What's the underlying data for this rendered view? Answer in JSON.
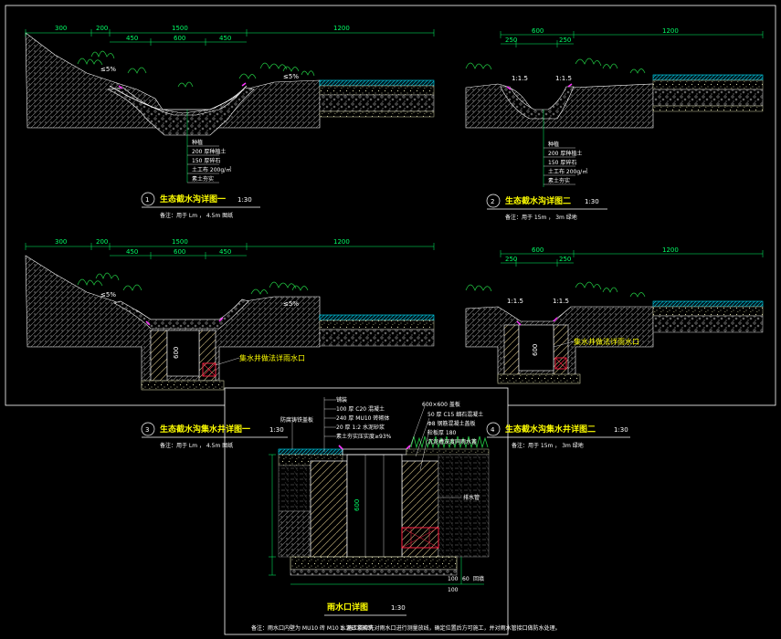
{
  "colors": {
    "background": "#000000",
    "frame": "#ffffff",
    "dimension": "#00ff66",
    "title": "#ffff00",
    "vegetation": "#22cc44",
    "soil": "#9a9a9a",
    "concrete": "#c8c8a0",
    "pipe": "#ff2244",
    "membrane": "#ff33ff",
    "paving": "#00e5ff"
  },
  "details": {
    "d1": {
      "number": "1",
      "title": "生态截水沟详图一",
      "scale": "1:30",
      "note": "备注：用于 Lm ， 4.5m 图纸",
      "dims_top": [
        "300",
        "200",
        "1500",
        "450",
        "600",
        "450",
        "1200"
      ],
      "slopes": [
        "≤5%",
        "≤5%"
      ],
      "labels": [
        "种植",
        "200 厚种植土",
        "150 厚碎石",
        "土工布 200g/㎡",
        "素土夯实"
      ]
    },
    "d2": {
      "number": "2",
      "title": "生态截水沟详图二",
      "scale": "1:30",
      "note": "备注：用于 15m ， 3m 绿地",
      "dims_top": [
        "250",
        "600",
        "250",
        "1200"
      ],
      "slopes": [
        "1:1.5",
        "1:1.5"
      ],
      "labels": [
        "种植",
        "200 厚种植土",
        "150 厚碎石",
        "土工布 200g/㎡",
        "素土夯实"
      ]
    },
    "d3": {
      "number": "3",
      "title": "生态截水沟集水井详图一",
      "scale": "1:30",
      "note": "备注：用于 Lm ， 4.5m 图纸",
      "dims_top": [
        "300",
        "200",
        "1500",
        "450",
        "600",
        "450",
        "1200"
      ],
      "slopes": [
        "≤5%",
        "≤5%"
      ],
      "callout": "集水井做法详雨水口",
      "depth": "600"
    },
    "d4": {
      "number": "4",
      "title": "生态截水沟集水井详图二",
      "scale": "1:30",
      "note": "备注：用于 15m ， 3m 绿地",
      "dims_top": [
        "250",
        "600",
        "250",
        "1200"
      ],
      "slopes": [
        "1:1.5",
        "1:1.5"
      ],
      "callout": "集水井做法详雨水口",
      "depth": "600"
    },
    "d5": {
      "title": "雨水口详图",
      "scale": "1:30",
      "notes_left": [
        "防腐铸铁盖板"
      ],
      "labels_top": [
        "铺装",
        "100 厚 C20 混凝土",
        "240 厚 MU10 砖砌体",
        "20 厚 1:2 水泥砂浆",
        "素土夯实压实度≥93%"
      ],
      "labels_right": [
        "600×600 盖板",
        "50 厚 C15 细石混凝土",
        "Φ8 钢筋混凝土盖板",
        "砼板厚 180",
        "沉泥槽深度同雨水篦"
      ],
      "side_label": "排水管",
      "depth_label": "600",
      "bottom_dims": [
        "100",
        "60",
        "100",
        "回填"
      ],
      "footer_note": "备注：雨水口内壁为 MU10 砖 M10 水泥砂浆砌筑",
      "footer_note2": "1. 施工前应先对雨水口进行测量放线，确定位置后方可施工，并对雨水管接口做防水处理。"
    }
  }
}
